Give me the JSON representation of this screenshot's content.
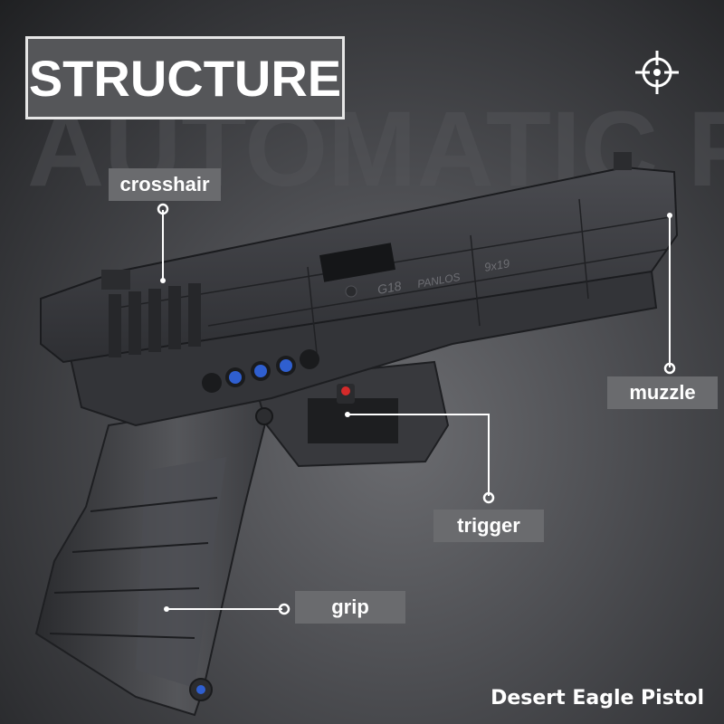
{
  "title": "STRUCTURE",
  "background_text": "AUTOMATIC PISTOL",
  "gun_markings": {
    "model": "G18",
    "brand": "PANLOS",
    "caliber": "9x19"
  },
  "labels": {
    "crosshair": "crosshair",
    "muzzle": "muzzle",
    "trigger": "trigger",
    "grip": "grip"
  },
  "caption": "Desert Eagle Pistol",
  "icons": {
    "corner": "crosshair-target-icon"
  },
  "colors": {
    "label_bg": "#6a6b6e",
    "title_bg": "#555659",
    "gun_body": "#3c3d41",
    "accent_blue": "#2f5fd0",
    "trigger_red": "#d42a2a"
  }
}
